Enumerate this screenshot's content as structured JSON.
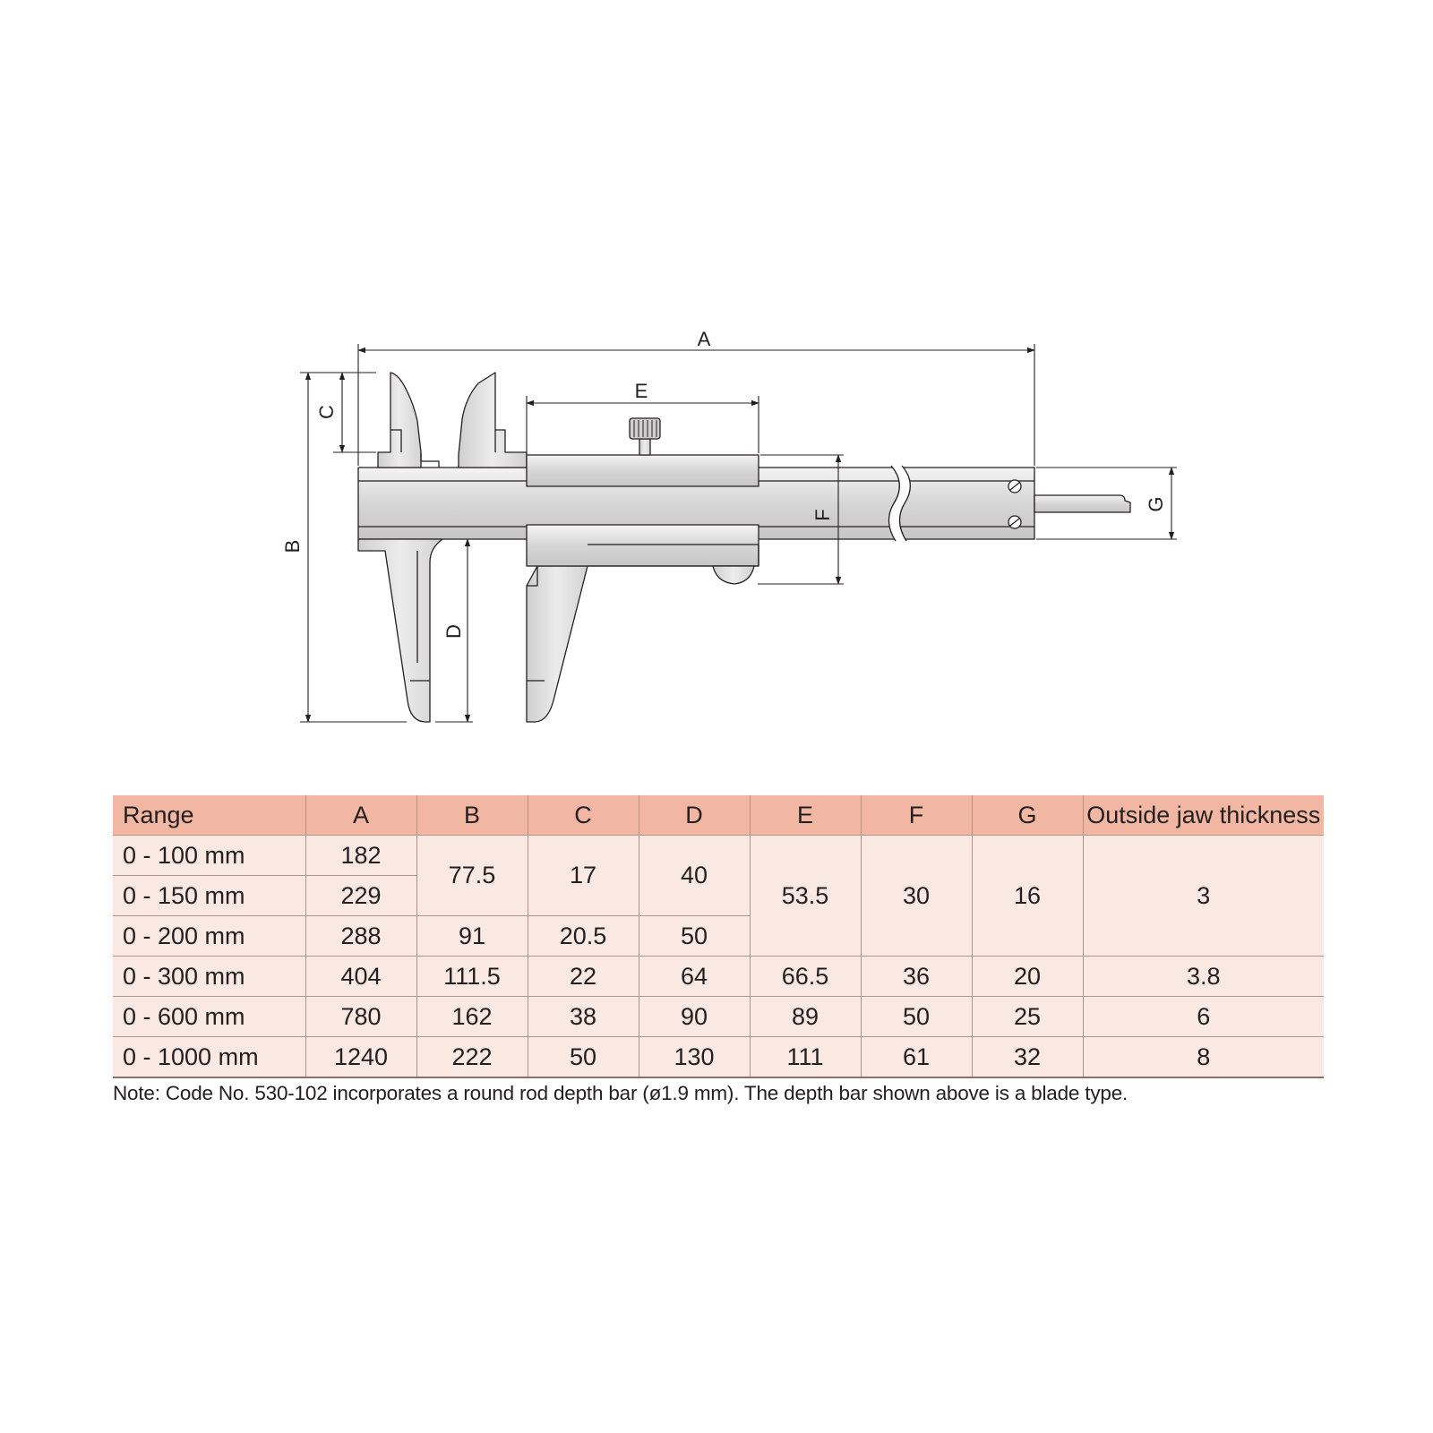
{
  "dimension_labels": {
    "A": "A",
    "B": "B",
    "C": "C",
    "D": "D",
    "E": "E",
    "F": "F",
    "G": "G"
  },
  "table": {
    "headers": [
      "Range",
      "A",
      "B",
      "C",
      "D",
      "E",
      "F",
      "G",
      "Outside jaw thickness"
    ],
    "rows": [
      {
        "range": "0 - 100 mm",
        "a": "182",
        "b": "77.5",
        "c": "17",
        "d": "40",
        "e": "53.5",
        "f": "30",
        "g": "16",
        "thickness": "3"
      },
      {
        "range": "0 - 150 mm",
        "a": "229"
      },
      {
        "range": "0 - 200 mm",
        "a": "288",
        "b": "91",
        "c": "20.5",
        "d": "50"
      },
      {
        "range": "0 - 300 mm",
        "a": "404",
        "b": "111.5",
        "c": "22",
        "d": "64",
        "e": "66.5",
        "f": "36",
        "g": "20",
        "thickness": "3.8"
      },
      {
        "range": "0 - 600 mm",
        "a": "780",
        "b": "162",
        "c": "38",
        "d": "90",
        "e": "89",
        "f": "50",
        "g": "25",
        "thickness": "6"
      },
      {
        "range": "0 - 1000 mm",
        "a": "1240",
        "b": "222",
        "c": "50",
        "d": "130",
        "e": "111",
        "f": "61",
        "g": "32",
        "thickness": "8"
      }
    ]
  },
  "note": "Note: Code No. 530-102 incorporates a round rod depth bar (ø1.9 mm). The depth bar shown above is a blade type.",
  "colors": {
    "header_bg": "#f2b7a3",
    "row_bg": "#fae9e3",
    "line": "#231f20",
    "metal": "#dcdcdc"
  }
}
